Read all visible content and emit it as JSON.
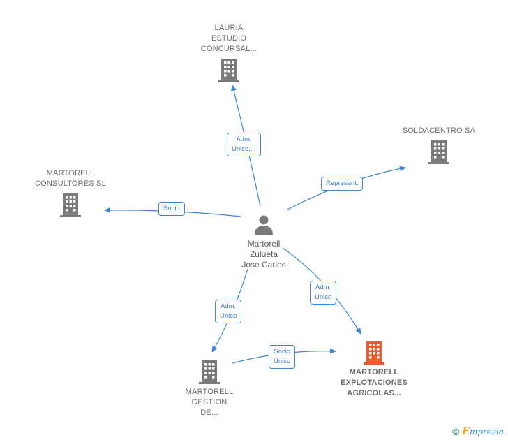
{
  "nodes": {
    "lauria": {
      "lines": [
        "LAURIA",
        "ESTUDIO",
        "CONCURSAL..."
      ],
      "icon": "building-icon",
      "color": "#7a7a7a"
    },
    "soldacentro": {
      "lines": [
        "SOLDACENTRO SA"
      ],
      "icon": "building-icon",
      "color": "#7a7a7a"
    },
    "consultores": {
      "lines": [
        "MARTORELL",
        "CONSULTORES SL"
      ],
      "icon": "building-icon",
      "color": "#7a7a7a"
    },
    "person": {
      "lines": [
        "Martorell",
        "Zulueta",
        "Jose Carlos"
      ],
      "icon": "person-icon",
      "color": "#7a7a7a"
    },
    "gestion": {
      "lines": [
        "MARTORELL",
        "GESTION",
        "DE..."
      ],
      "icon": "building-icon",
      "color": "#7a7a7a"
    },
    "explotaciones": {
      "lines": [
        "MARTORELL",
        "EXPLOTACIONES",
        "AGRICOLAS..."
      ],
      "icon": "building-icon",
      "color": "#f05a28"
    }
  },
  "edges": {
    "adm_unico_lauria": [
      "Adm.",
      "Unico,..."
    ],
    "represent": [
      "Represent."
    ],
    "socio": [
      "Socio"
    ],
    "adm_unico_explot": [
      "Adm.",
      "Unico"
    ],
    "adm_unico_gestion": [
      "Adm.",
      "Unico"
    ],
    "socio_unico": [
      "Socio",
      "Único"
    ]
  },
  "colors": {
    "edge": "#3c87d6",
    "label_text": "#6e6e6e"
  },
  "footer": {
    "copyright": "©",
    "brand_initial": "E",
    "brand_rest": "mpresia"
  }
}
